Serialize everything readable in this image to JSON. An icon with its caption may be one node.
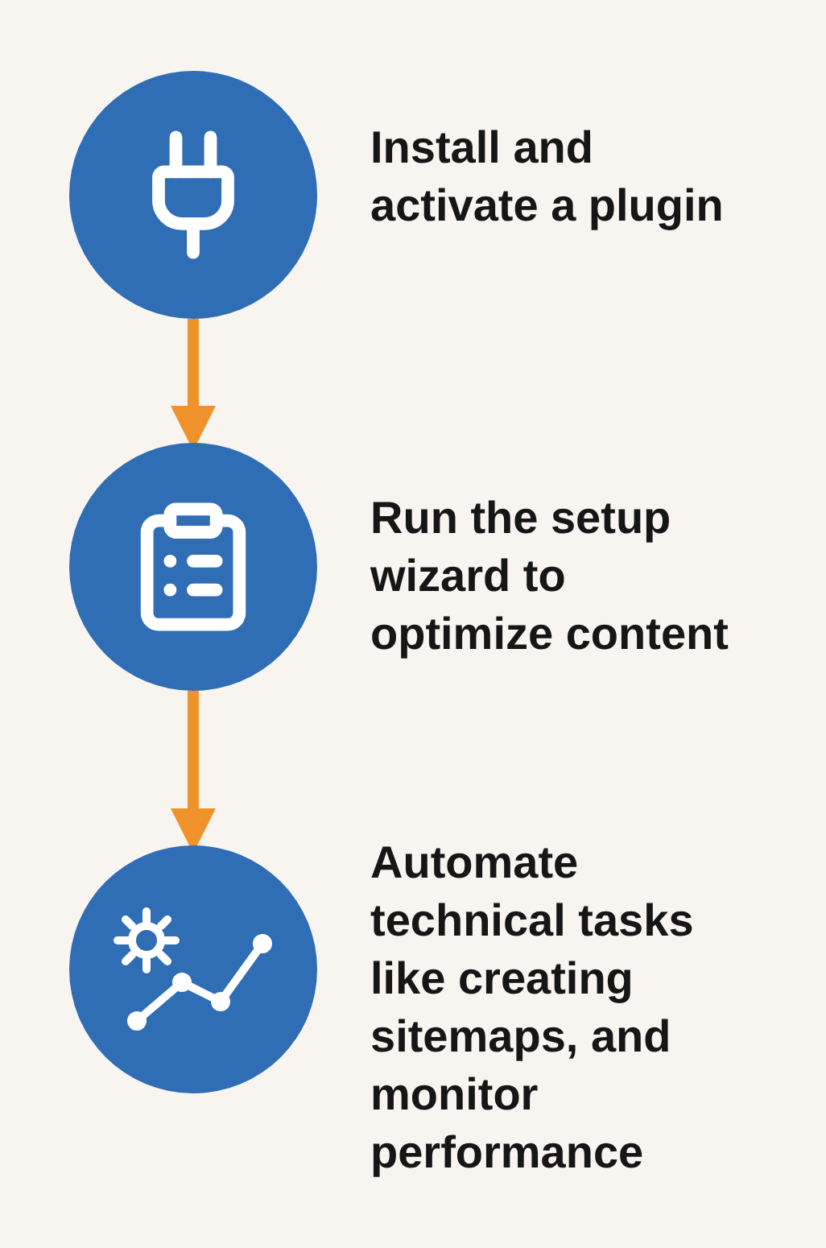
{
  "diagram": {
    "nodes": [
      {
        "text": [],
        "shape": "circle",
        "beside": [
          "Install and activate a plugin"
        ]
      },
      {
        "text": [],
        "shape": "circle",
        "beside": [
          "Run the setup wizard to optimize content"
        ]
      },
      {
        "text": [],
        "shape": "circle",
        "beside": [
          "Automate technical tasks like creating sitemaps, and monitor performance"
        ]
      }
    ],
    "edges": [
      {
        "from": 0,
        "to": 1,
        "arrow": "to"
      },
      {
        "from": 1,
        "to": 2,
        "arrow": "to"
      }
    ]
  }
}
